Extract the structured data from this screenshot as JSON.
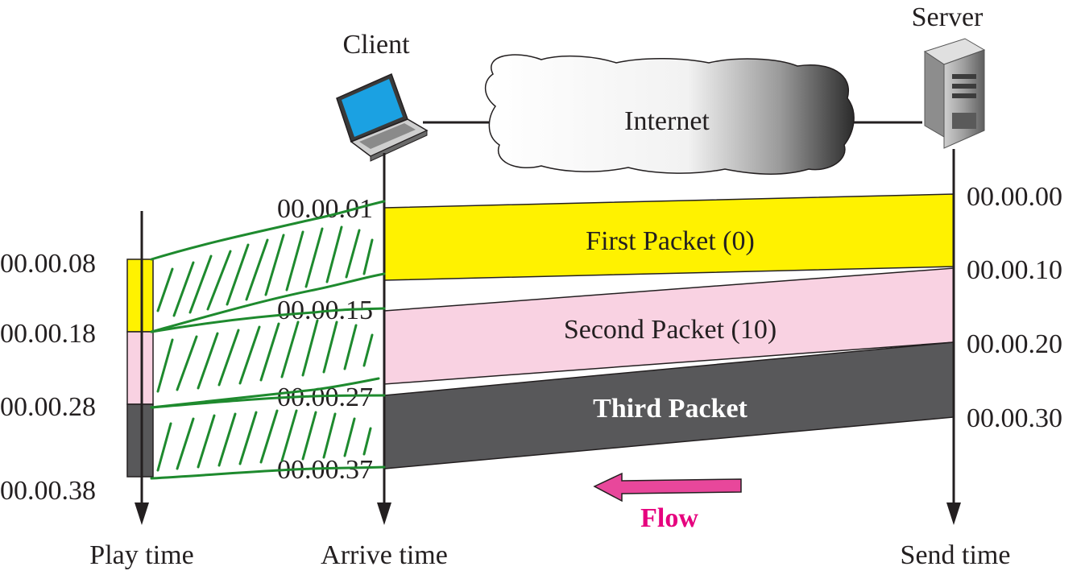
{
  "labels": {
    "client": "Client",
    "server": "Server",
    "internet": "Internet",
    "play_time": "Play time",
    "arrive_time": "Arrive time",
    "send_time": "Send time",
    "flow": "Flow"
  },
  "packets": [
    {
      "label": "First Packet (0)",
      "send_time": "00.00.00",
      "send_end": "00.00.10",
      "arrive_time": "00.00.01",
      "play_time": "00.00.08",
      "color": "#FFF200",
      "text_color": "#231F20",
      "bold": false
    },
    {
      "label": "Second Packet (10)",
      "send_time": "00.00.10",
      "send_end": "00.00.20",
      "arrive_time": "00.00.15",
      "play_time": "00.00.18",
      "color": "#F9D2E2",
      "text_color": "#231F20",
      "bold": false
    },
    {
      "label": "Third Packet",
      "send_time": "00.00.20",
      "send_end": "00.00.30",
      "arrive_time": "00.00.27",
      "play_time": "00.00.28",
      "color": "#58585A",
      "text_color": "#FFFFFF",
      "bold": true
    }
  ],
  "send_ticks": [
    "00.00.00",
    "00.00.10",
    "00.00.20",
    "00.00.30"
  ],
  "arrive_ticks": [
    "00.00.01",
    "00.00.15",
    "00.00.27",
    "00.00.37"
  ],
  "play_ticks": [
    "00.00.08",
    "00.00.18",
    "00.00.28",
    "00.00.38"
  ],
  "colors": {
    "line": "#231F20",
    "flow_arrow": "#E8479B",
    "flow_text": "#E6007E",
    "annotation": "#1E8A2E",
    "laptop_screen": "#1BA1E2"
  }
}
